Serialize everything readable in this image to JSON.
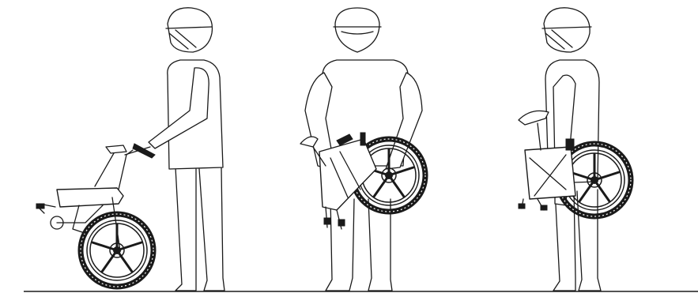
{
  "figure": {
    "steps": [
      {
        "id": "step-1-walking-bike"
      },
      {
        "id": "step-2-folded-front-view"
      },
      {
        "id": "step-3-folded-side-carry"
      }
    ],
    "colors": {
      "line": "#1a1a1a",
      "background": "#ffffff"
    }
  }
}
